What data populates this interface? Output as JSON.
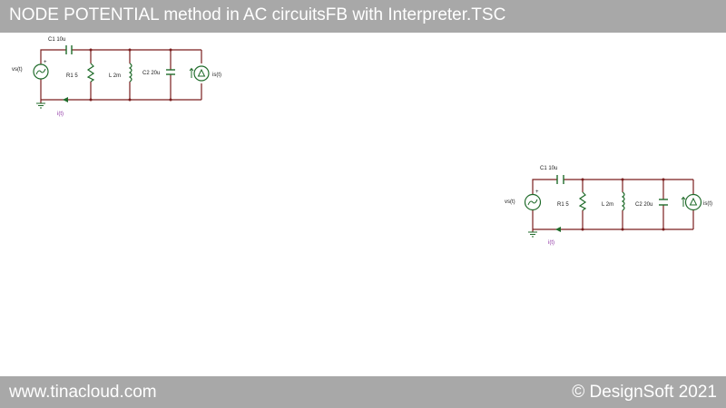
{
  "title": "NODE POTENTIAL method in AC circuitsFB with Interpreter.TSC",
  "footer": {
    "website": "www.tinacloud.com",
    "copyright": "© DesignSoft 2021"
  },
  "circuit": {
    "c1_label": "C1 10u",
    "r1_label": "R1 5",
    "l_label": "L 2m",
    "c2_label": "C2 20u",
    "vs_label": "vs(t)",
    "is_label": "is(t)",
    "i_label": "i(t)"
  },
  "colors": {
    "bars": "#a8a8a8",
    "wire": "#7a1e1e",
    "component": "#1f6b2a",
    "label": "#1a1a1a",
    "current_label": "#8a2ea0"
  }
}
